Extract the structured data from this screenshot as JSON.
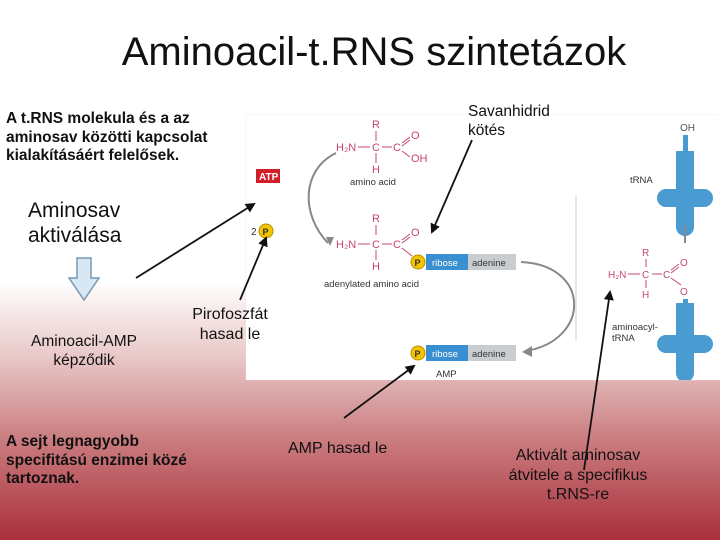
{
  "title": "Aminoacil-t.RNS szintetázok",
  "desc_line1": "A t.RNS molekula és a az",
  "desc_line2": "aminosav közötti kapcsolat",
  "desc_line3": "kialakításáért felelősek.",
  "activation_line1": "Aminosav",
  "activation_line2": "aktiválása",
  "amp_forms_line1": "Aminoacil-AMP",
  "amp_forms_line2": "képződik",
  "ppi_line1": "Pirofoszfát",
  "ppi_line2": "hasad le",
  "specific_line1": "A sejt legnagyobb",
  "specific_line2": "specifitású enzimei közé",
  "specific_line3": "tartoznak.",
  "amp_released": "AMP hasad le",
  "transfer_line1": "Aktivált aminosav",
  "transfer_line2": "átvitele a specifikus",
  "transfer_line3": "t.RNS-re",
  "anhydride_line1": "Savanhidrid",
  "anhydride_line2": "kötés",
  "figure": {
    "R": "R",
    "H2N": "H₂N",
    "C": "C",
    "H": "H",
    "O": "O",
    "OH": "OH",
    "atp": "ATP",
    "amino_acid": "amino acid",
    "ppi_count": "2",
    "P": "P",
    "ribose": "ribose",
    "adenine": "adenine",
    "adenylated": "adenylated amino acid",
    "trna": "tRNA",
    "aminoacyl_trna_1": "aminoacyl-",
    "aminoacyl_trna_2": "tRNA",
    "amp": "AMP"
  },
  "colors": {
    "pink": "#d0708f",
    "atp_red": "#d11f2a",
    "p_yellow": "#f4c400",
    "ribose_blue": "#3a8fd0",
    "adenine_gray": "#c9cdd2",
    "trna_blue": "#4a9bd2"
  }
}
